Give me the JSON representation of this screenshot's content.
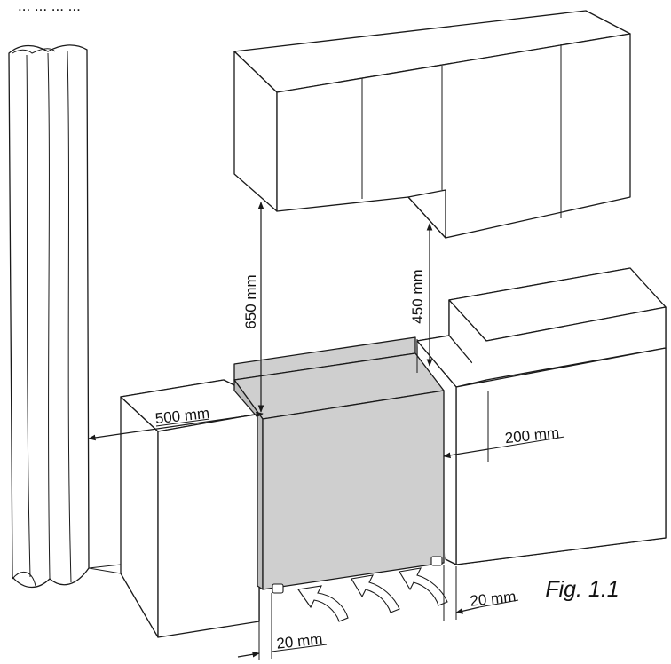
{
  "header_fragment": "... ... ... ...",
  "labels": {
    "cabinet_clearance": "650 mm",
    "side_cabinet_clearance": "450 mm",
    "wall_distance": "500 mm",
    "side_gap": "200 mm",
    "bottom_gap_right": "20 mm",
    "bottom_gap_left": "20 mm"
  },
  "figure_caption": "Fig. 1.1",
  "colors": {
    "appliance_fill": "#cfcfcf",
    "line": "#1a1a1a",
    "background": "#ffffff"
  }
}
